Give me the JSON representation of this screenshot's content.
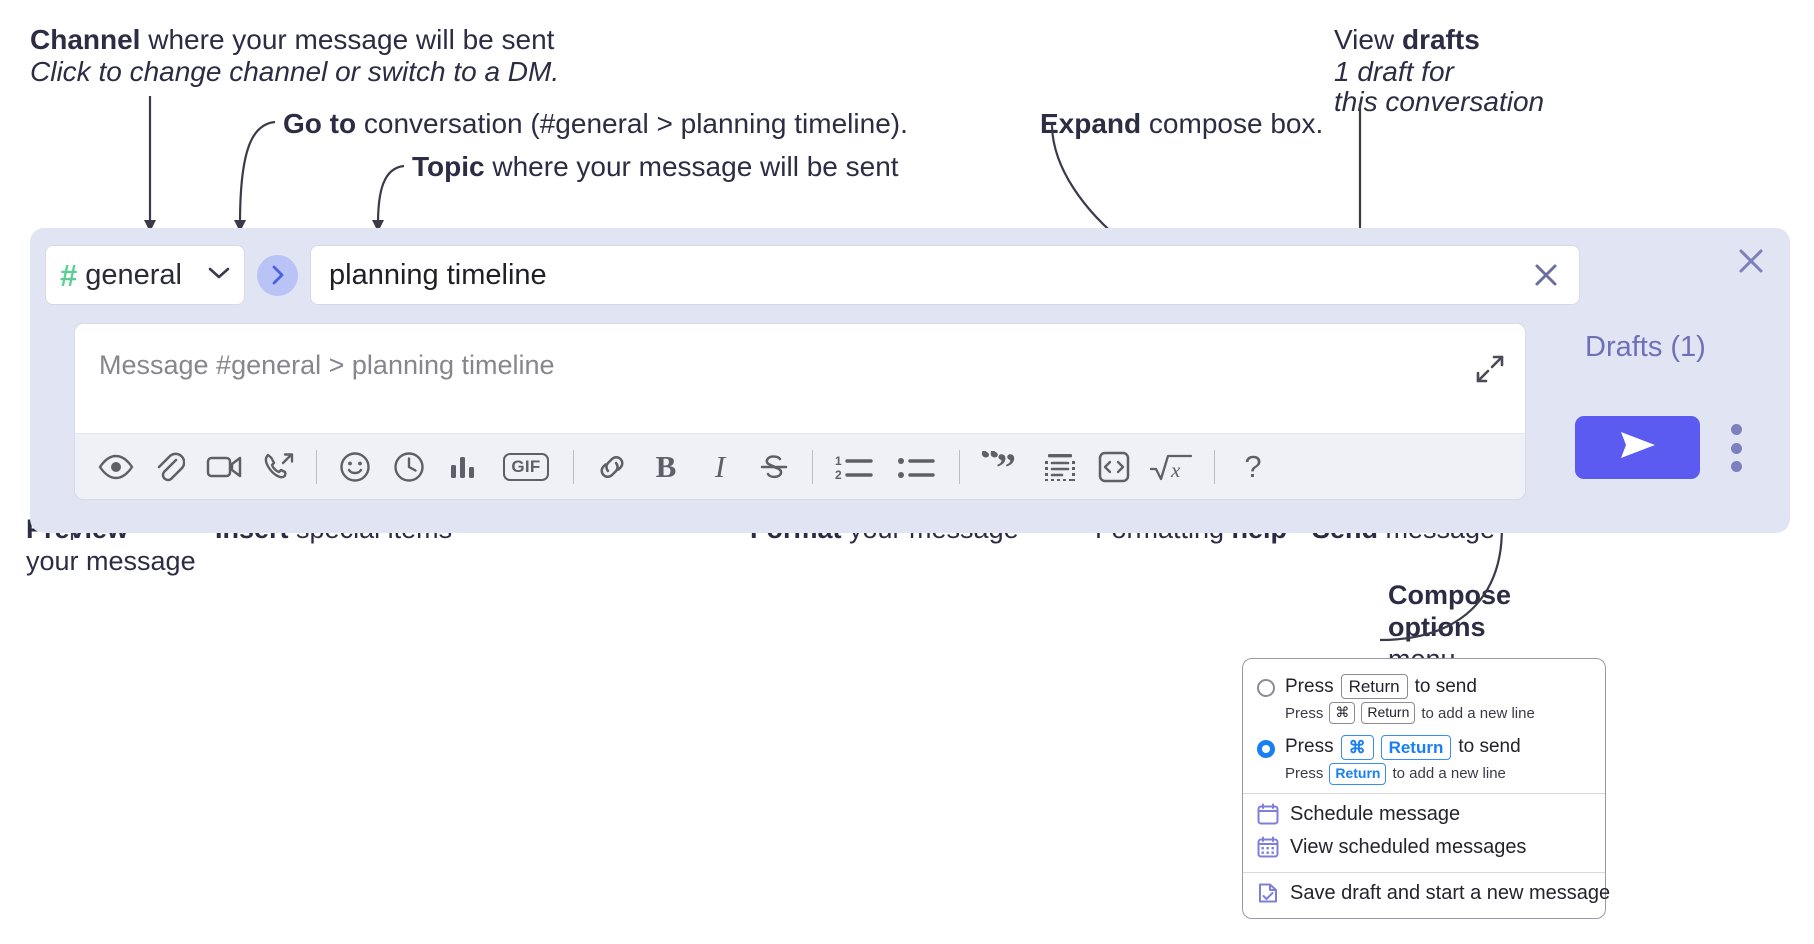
{
  "annotations": {
    "channel": {
      "bold": "Channel",
      "rest": " where your message will be sent",
      "italic": "Click to change channel or switch to a DM."
    },
    "goto": {
      "bold": "Go to",
      "rest": " conversation (#general > planning timeline)."
    },
    "topic": {
      "bold": "Topic",
      "rest": " where your message will be sent"
    },
    "expand": {
      "bold": "Expand",
      "rest": " compose box."
    },
    "drafts": {
      "pre": "View ",
      "bold": "drafts",
      "italic1": "1 draft for",
      "italic2": "this conversation"
    },
    "preview": {
      "bold": "Preview",
      "line2": "your message"
    },
    "insert": {
      "bold": "Insert",
      "rest": " special items"
    },
    "format": {
      "bold": "Format",
      "rest": " your message"
    },
    "help": {
      "pre": "Formatting ",
      "bold": "help"
    },
    "send": {
      "bold": "Send",
      "rest": " message"
    },
    "compose_options": {
      "bold1": "Compose",
      "bold2": "options",
      "rest": "menu"
    }
  },
  "compose": {
    "channel": {
      "hash": "#",
      "name": "general",
      "chevron_icon": "chevron-down-icon"
    },
    "goto_icon": "chevron-right-icon",
    "topic": {
      "value": "planning timeline",
      "clear_icon": "close-icon"
    },
    "message": {
      "placeholder": "Message #general > planning timeline",
      "expand_icon": "expand-icon"
    },
    "drafts_label": "Drafts (1)",
    "send_icon": "send-paper-plane-icon",
    "options_icon": "kebab-menu-icon",
    "panel_close_icon": "close-icon",
    "toolbar": [
      {
        "name": "preview-icon",
        "kind": "icon"
      },
      {
        "name": "attachment-paperclip-icon",
        "kind": "icon"
      },
      {
        "name": "video-camera-icon",
        "kind": "icon"
      },
      {
        "name": "phone-huddle-icon",
        "kind": "icon"
      },
      {
        "name": "separator",
        "kind": "sep"
      },
      {
        "name": "emoji-smiley-icon",
        "kind": "icon"
      },
      {
        "name": "clock-reminder-icon",
        "kind": "icon"
      },
      {
        "name": "poll-bar-chart-icon",
        "kind": "icon"
      },
      {
        "name": "gif-icon",
        "kind": "text",
        "label": "GIF"
      },
      {
        "name": "separator",
        "kind": "sep"
      },
      {
        "name": "link-icon",
        "kind": "icon"
      },
      {
        "name": "bold-icon",
        "kind": "text",
        "label": "B"
      },
      {
        "name": "italic-icon",
        "kind": "text",
        "label": "I"
      },
      {
        "name": "strikethrough-icon",
        "kind": "icon"
      },
      {
        "name": "separator",
        "kind": "sep"
      },
      {
        "name": "ordered-list-icon",
        "kind": "icon"
      },
      {
        "name": "bulleted-list-icon",
        "kind": "icon"
      },
      {
        "name": "separator",
        "kind": "sep"
      },
      {
        "name": "blockquote-icon",
        "kind": "icon"
      },
      {
        "name": "code-block-icon",
        "kind": "icon"
      },
      {
        "name": "inline-code-icon",
        "kind": "icon"
      },
      {
        "name": "math-formula-icon",
        "kind": "text",
        "label": "√x"
      },
      {
        "name": "separator",
        "kind": "sep"
      },
      {
        "name": "formatting-help-icon",
        "kind": "text",
        "label": "?"
      }
    ]
  },
  "popup": {
    "option1": {
      "press": "Press",
      "key": "Return",
      "tail": "to send",
      "sub_press": "Press",
      "sub_key1": "⌘",
      "sub_key2": "Return",
      "sub_tail": "to add a new line",
      "selected": false
    },
    "option2": {
      "press": "Press",
      "key1": "⌘",
      "key2": "Return",
      "tail": "to send",
      "sub_press": "Press",
      "sub_key": "Return",
      "sub_tail": "to add a new line",
      "selected": true
    },
    "items": [
      {
        "label": "Schedule message",
        "icon": "calendar-schedule-icon"
      },
      {
        "label": "View scheduled messages",
        "icon": "calendar-grid-icon"
      },
      {
        "label": "Save draft and start a new message",
        "icon": "save-draft-icon"
      }
    ]
  },
  "colors": {
    "panel_bg": "#e1e4f2",
    "send_button": "#5b5bf2",
    "hash_green": "#5bcf92",
    "drafts_text": "#6f71b8",
    "goto_circle": "#b9c3f5",
    "accent_blue": "#1a7ff0"
  }
}
